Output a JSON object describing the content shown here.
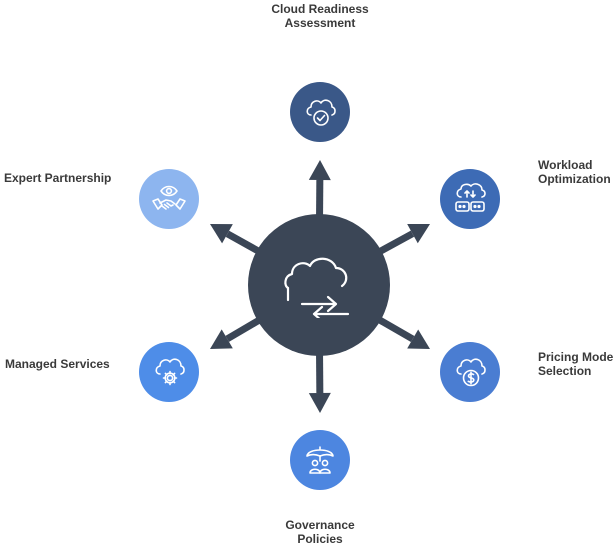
{
  "colors": {
    "hub": "#3b4656",
    "dark_blue": "#3a5888",
    "mid_blue": "#3d6bb5",
    "bright_blue": "#4d86e0",
    "light_blue": "#8db5ef",
    "arrow": "#3b4656",
    "label": "#3a3a3a"
  },
  "hub": {
    "icon": "cloud-sync-icon"
  },
  "nodes": [
    {
      "id": "cloud-readiness-assessment",
      "label_lines": [
        "Cloud Readiness",
        "Assessment"
      ],
      "icon": "cloud-check-icon"
    },
    {
      "id": "workload-optimization",
      "label_lines": [
        "Workload",
        "Optimization"
      ],
      "icon": "cloud-transfer-servers-icon"
    },
    {
      "id": "pricing-model-selection",
      "label_lines": [
        "Pricing Model",
        "Selection"
      ],
      "icon": "cloud-dollar-icon"
    },
    {
      "id": "governance-policies",
      "label_lines": [
        "Governance",
        "Policies"
      ],
      "icon": "umbrella-people-icon"
    },
    {
      "id": "managed-services",
      "label_lines": [
        "Managed Services"
      ],
      "icon": "cloud-gear-icon"
    },
    {
      "id": "expert-partnership",
      "label_lines": [
        "Expert Partnership"
      ],
      "icon": "eye-handshake-icon"
    }
  ]
}
